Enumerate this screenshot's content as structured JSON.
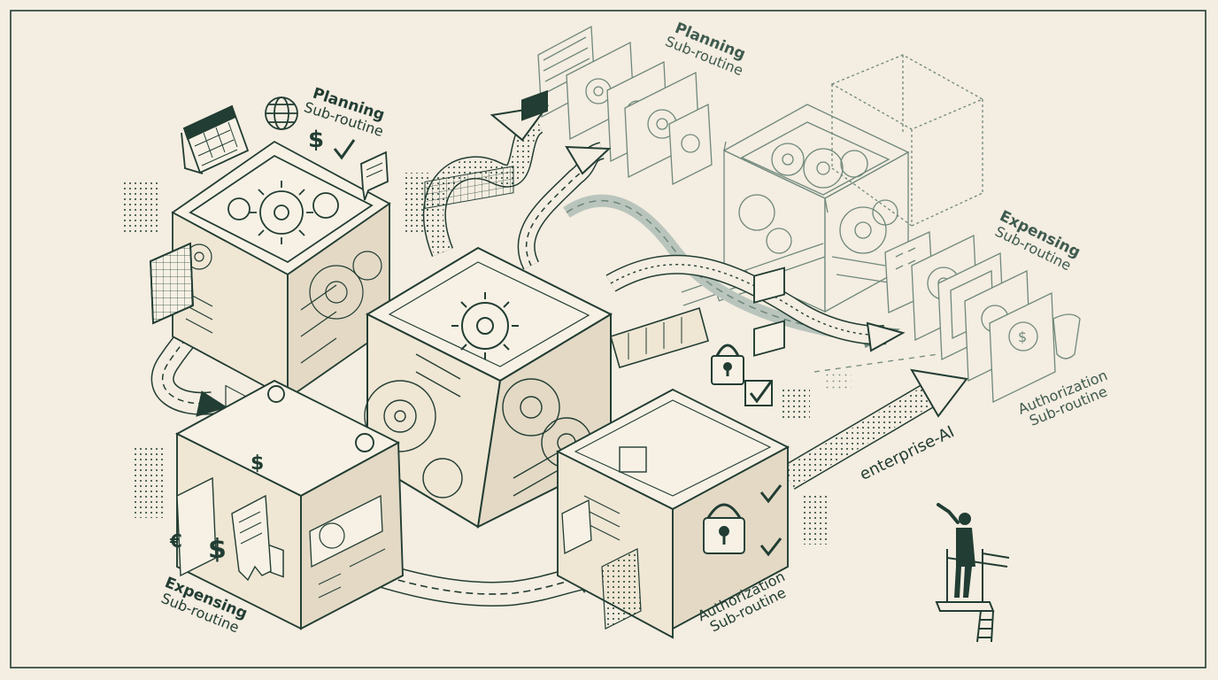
{
  "labels": {
    "planning_left": {
      "line1": "Planning",
      "line2": "Sub-routine"
    },
    "planning_right": {
      "line1": "Planning",
      "line2": "Sub-routine"
    },
    "expensing_left": {
      "line1": "Expensing",
      "line2": "Sub-routine"
    },
    "expensing_right": {
      "line1": "Expensing",
      "line2": "Sub-routine"
    },
    "authorization_left": {
      "line1": "Authorization",
      "line2": "Sub-routine"
    },
    "authorization_right": {
      "line1": "Authorization",
      "line2": "Sub-routine"
    },
    "enterprise": "enterprise-AI"
  },
  "colors": {
    "ink": "#223d33",
    "faint_ink": "#5f7a6e",
    "paper": "#f4ede1",
    "block_fill": "#efe6d4",
    "face_light": "#f7f1e5",
    "face_dark": "#d9cfbc"
  },
  "icons": [
    "calendar-icon",
    "globe-icon",
    "dollar-icon",
    "checkmark-icon",
    "document-icon",
    "padlock-icon",
    "gear-icon",
    "receipt-icon",
    "person-icon",
    "ladder-icon"
  ]
}
